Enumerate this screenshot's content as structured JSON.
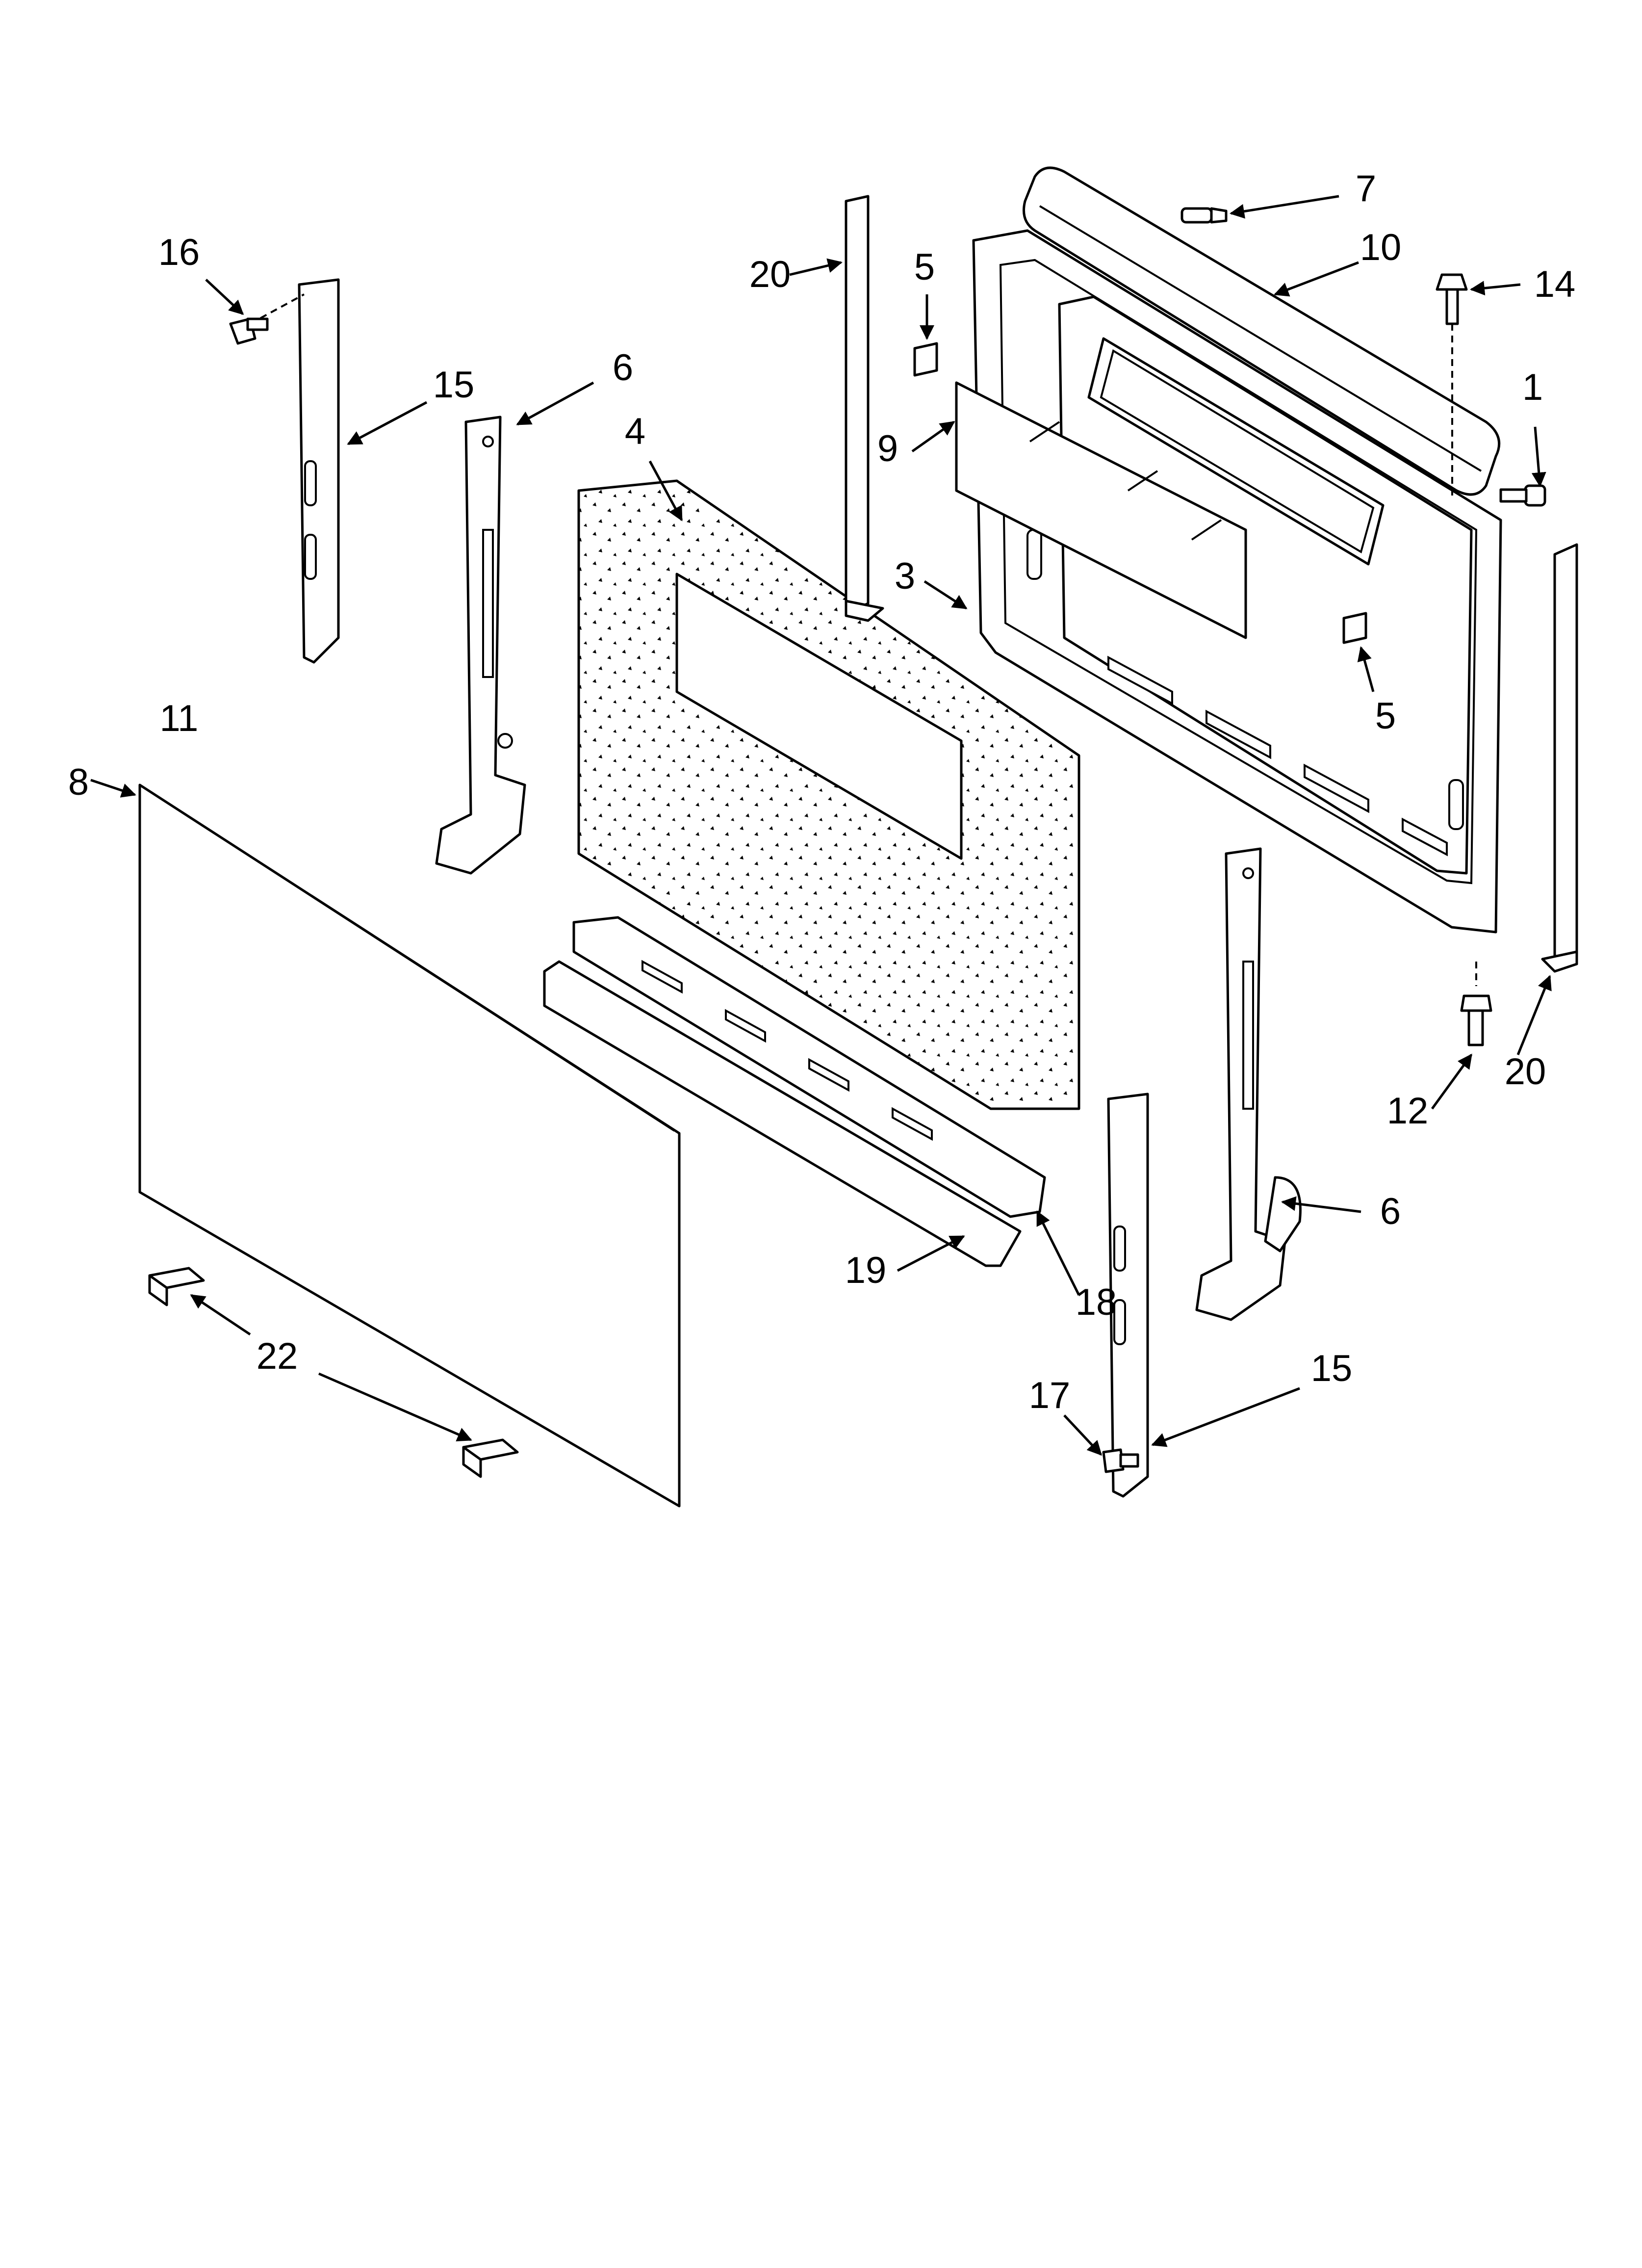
{
  "diagram": {
    "callouts": {
      "c16": "16",
      "c15_left": "15",
      "c6_left": "6",
      "c4": "4",
      "c20_top": "20",
      "c5_top": "5",
      "c9": "9",
      "c3": "3",
      "c7": "7",
      "c10": "10",
      "c14": "14",
      "c1": "1",
      "c5_right": "5",
      "c11": "11",
      "c8": "8",
      "c20_right": "20",
      "c12": "12",
      "c6_right": "6",
      "c19": "19",
      "c18": "18",
      "c22": "22",
      "c17": "17",
      "c15_right": "15"
    }
  }
}
